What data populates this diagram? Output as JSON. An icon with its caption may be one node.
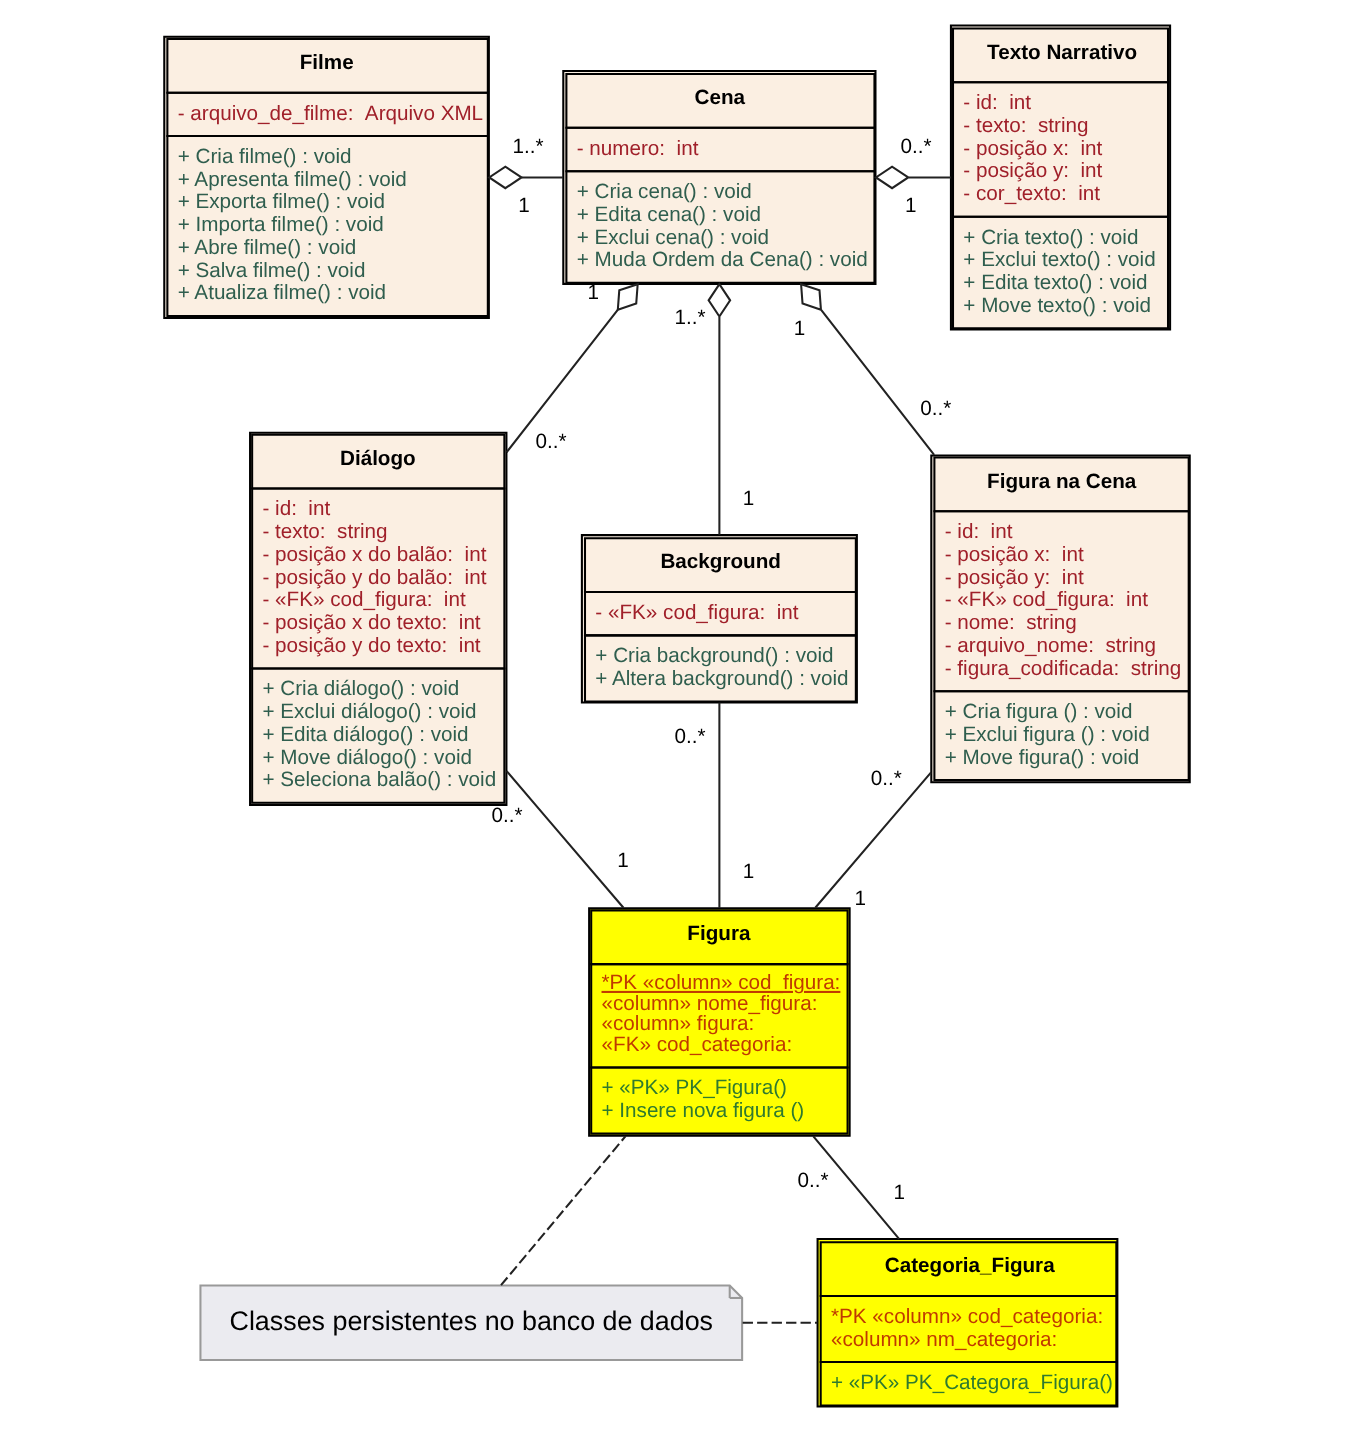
{
  "diagram": {
    "nodes": [
      {
        "text": [
          "Filme",
          "- arquivo_de_filme:  Arquivo XML",
          "+ Cria filme() : void",
          "+ Apresenta filme() : void",
          "+ Exporta filme() : void",
          "+ Importa filme() : void",
          "+ Abre filme() : void",
          "+ Salva filme() : void",
          "+ Atualiza filme() : void"
        ]
      },
      {
        "text": [
          "Cena",
          "- numero:  int",
          "+ Cria cena() : void",
          "+ Edita cena() : void",
          "+ Exclui cena() : void",
          "+ Muda Ordem da Cena() : void"
        ]
      },
      {
        "text": [
          "Texto Narrativo",
          "- id:  int",
          "- texto:  string",
          "- posição x:  int",
          "- posição y:  int",
          "- cor_texto:  int",
          "+ Cria texto() : void",
          "+ Exclui texto() : void",
          "+ Edita texto() : void",
          "+ Move texto() : void"
        ]
      },
      {
        "text": [
          "Diálogo",
          "- id:  int",
          "- texto:  string",
          "- posição x do balão:  int",
          "- posição y do balão:  int",
          "- «FK» cod_figura:  int",
          "- posição x do texto:  int",
          "- posição y do texto:  int",
          "+ Cria diálogo() : void",
          "+ Exclui diálogo() : void",
          "+ Edita diálogo() : void",
          "+ Move diálogo() : void",
          "+ Seleciona balão() : void"
        ]
      },
      {
        "text": [
          "Background",
          "- «FK» cod_figura:  int",
          "+ Cria background() : void",
          "+ Altera background() : void"
        ]
      },
      {
        "text": [
          "Figura na Cena",
          "- id:  int",
          "- posição x:  int",
          "- posição y:  int",
          "- «FK» cod_figura:  int",
          "- nome:  string",
          "- arquivo_nome:  string",
          "- figura_codificada:  string",
          "+ Cria figura () : void",
          "+ Exclui figura () : void",
          "+ Move figura() : void"
        ]
      },
      {
        "text": [
          "Figura",
          "*PK «column» cod_figura:",
          "«column» nome_figura:",
          "«column» figura:",
          "«FK» cod_categoria:",
          "+ «PK» PK_Figura()",
          "+ Insere nova figura ()"
        ]
      },
      {
        "text": [
          "Categoria_Figura",
          "*PK «column» cod_categoria:",
          "«column» nm_categoria:",
          "+ «PK» PK_Categora_Figura()"
        ]
      },
      {
        "text": [
          "Classes persistentes no banco de dados"
        ]
      }
    ],
    "edges": [
      {
        "from": 0,
        "to": 1,
        "arrow": "other"
      },
      {
        "from": 1,
        "to": 2,
        "arrow": "other"
      },
      {
        "from": 1,
        "to": 3,
        "arrow": "other"
      },
      {
        "from": 1,
        "to": 4,
        "arrow": "other"
      },
      {
        "from": 1,
        "to": 5,
        "arrow": "other"
      },
      {
        "from": 4,
        "to": 6,
        "arrow": "none"
      },
      {
        "from": 3,
        "to": 6,
        "arrow": "none"
      },
      {
        "from": 5,
        "to": 6,
        "arrow": "none"
      },
      {
        "from": 6,
        "to": 7,
        "arrow": "none"
      },
      {
        "from": 8,
        "to": 6,
        "arrow": "none",
        "style": "dashed"
      },
      {
        "from": 8,
        "to": 7,
        "arrow": "none",
        "style": "dashed"
      }
    ],
    "labels": [
      "1",
      "1..*",
      "1",
      "0..*",
      "1",
      "0..*",
      "1..*",
      "1",
      "1",
      "0..*",
      "0..*",
      "1",
      "0..*",
      "1",
      "0..*",
      "1",
      "0..*",
      "1"
    ]
  }
}
